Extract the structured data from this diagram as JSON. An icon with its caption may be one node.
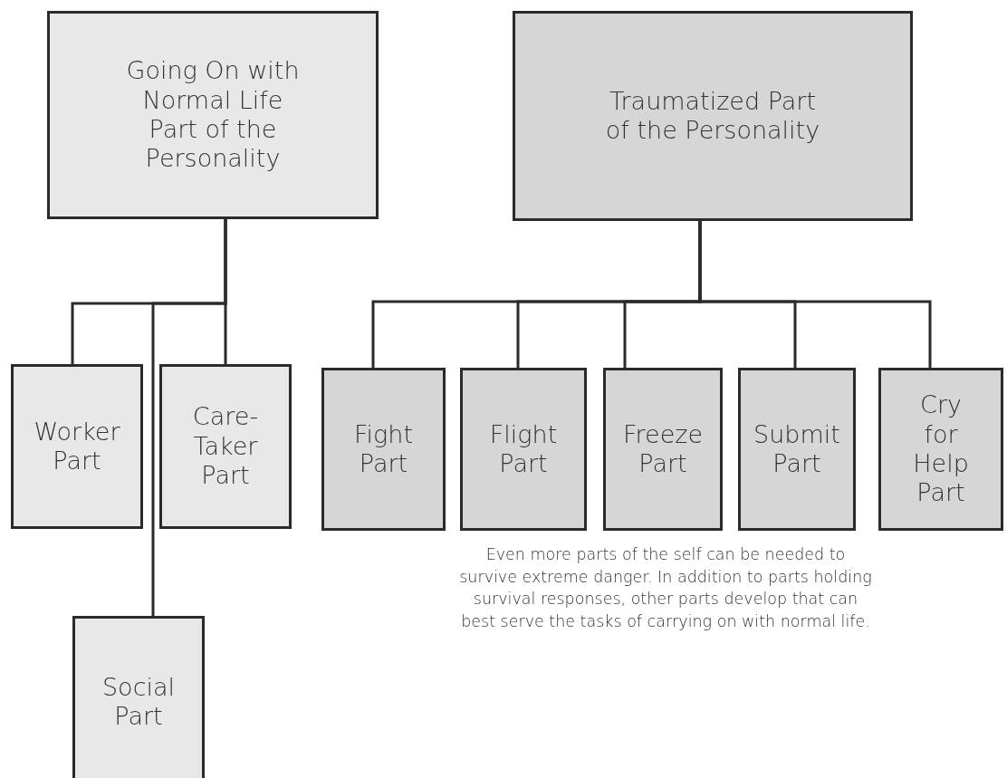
{
  "diagram": {
    "nodes": [
      {
        "text": [
          "Going On with Normal Life Part of the Personality"
        ]
      },
      {
        "text": [
          "Traumatized Part of the Personality"
        ]
      },
      {
        "text": [
          "Worker Part"
        ]
      },
      {
        "text": [
          "Care-Taker Part"
        ]
      },
      {
        "text": [
          "Social Part"
        ]
      },
      {
        "text": [
          "Fight Part"
        ]
      },
      {
        "text": [
          "Flight Part"
        ]
      },
      {
        "text": [
          "Freeze Part"
        ]
      },
      {
        "text": [
          "Submit Part"
        ]
      },
      {
        "text": [
          "Cry for Help Part"
        ]
      }
    ],
    "edges": [
      {
        "from": 0,
        "to": 2,
        "arrow": "none"
      },
      {
        "from": 0,
        "to": 3,
        "arrow": "none"
      },
      {
        "from": 0,
        "to": 4,
        "arrow": "none"
      },
      {
        "from": 1,
        "to": 5,
        "arrow": "none"
      },
      {
        "from": 1,
        "to": 6,
        "arrow": "none"
      },
      {
        "from": 1,
        "to": 7,
        "arrow": "none"
      },
      {
        "from": 1,
        "to": 8,
        "arrow": "none"
      },
      {
        "from": 1,
        "to": 9,
        "arrow": "none"
      }
    ],
    "labels": [
      "Even more parts of the self can be needed to survive extreme danger. In addition to parts holding survival responses, other parts develop that can best serve the tasks of carrying on with normal life."
    ]
  }
}
